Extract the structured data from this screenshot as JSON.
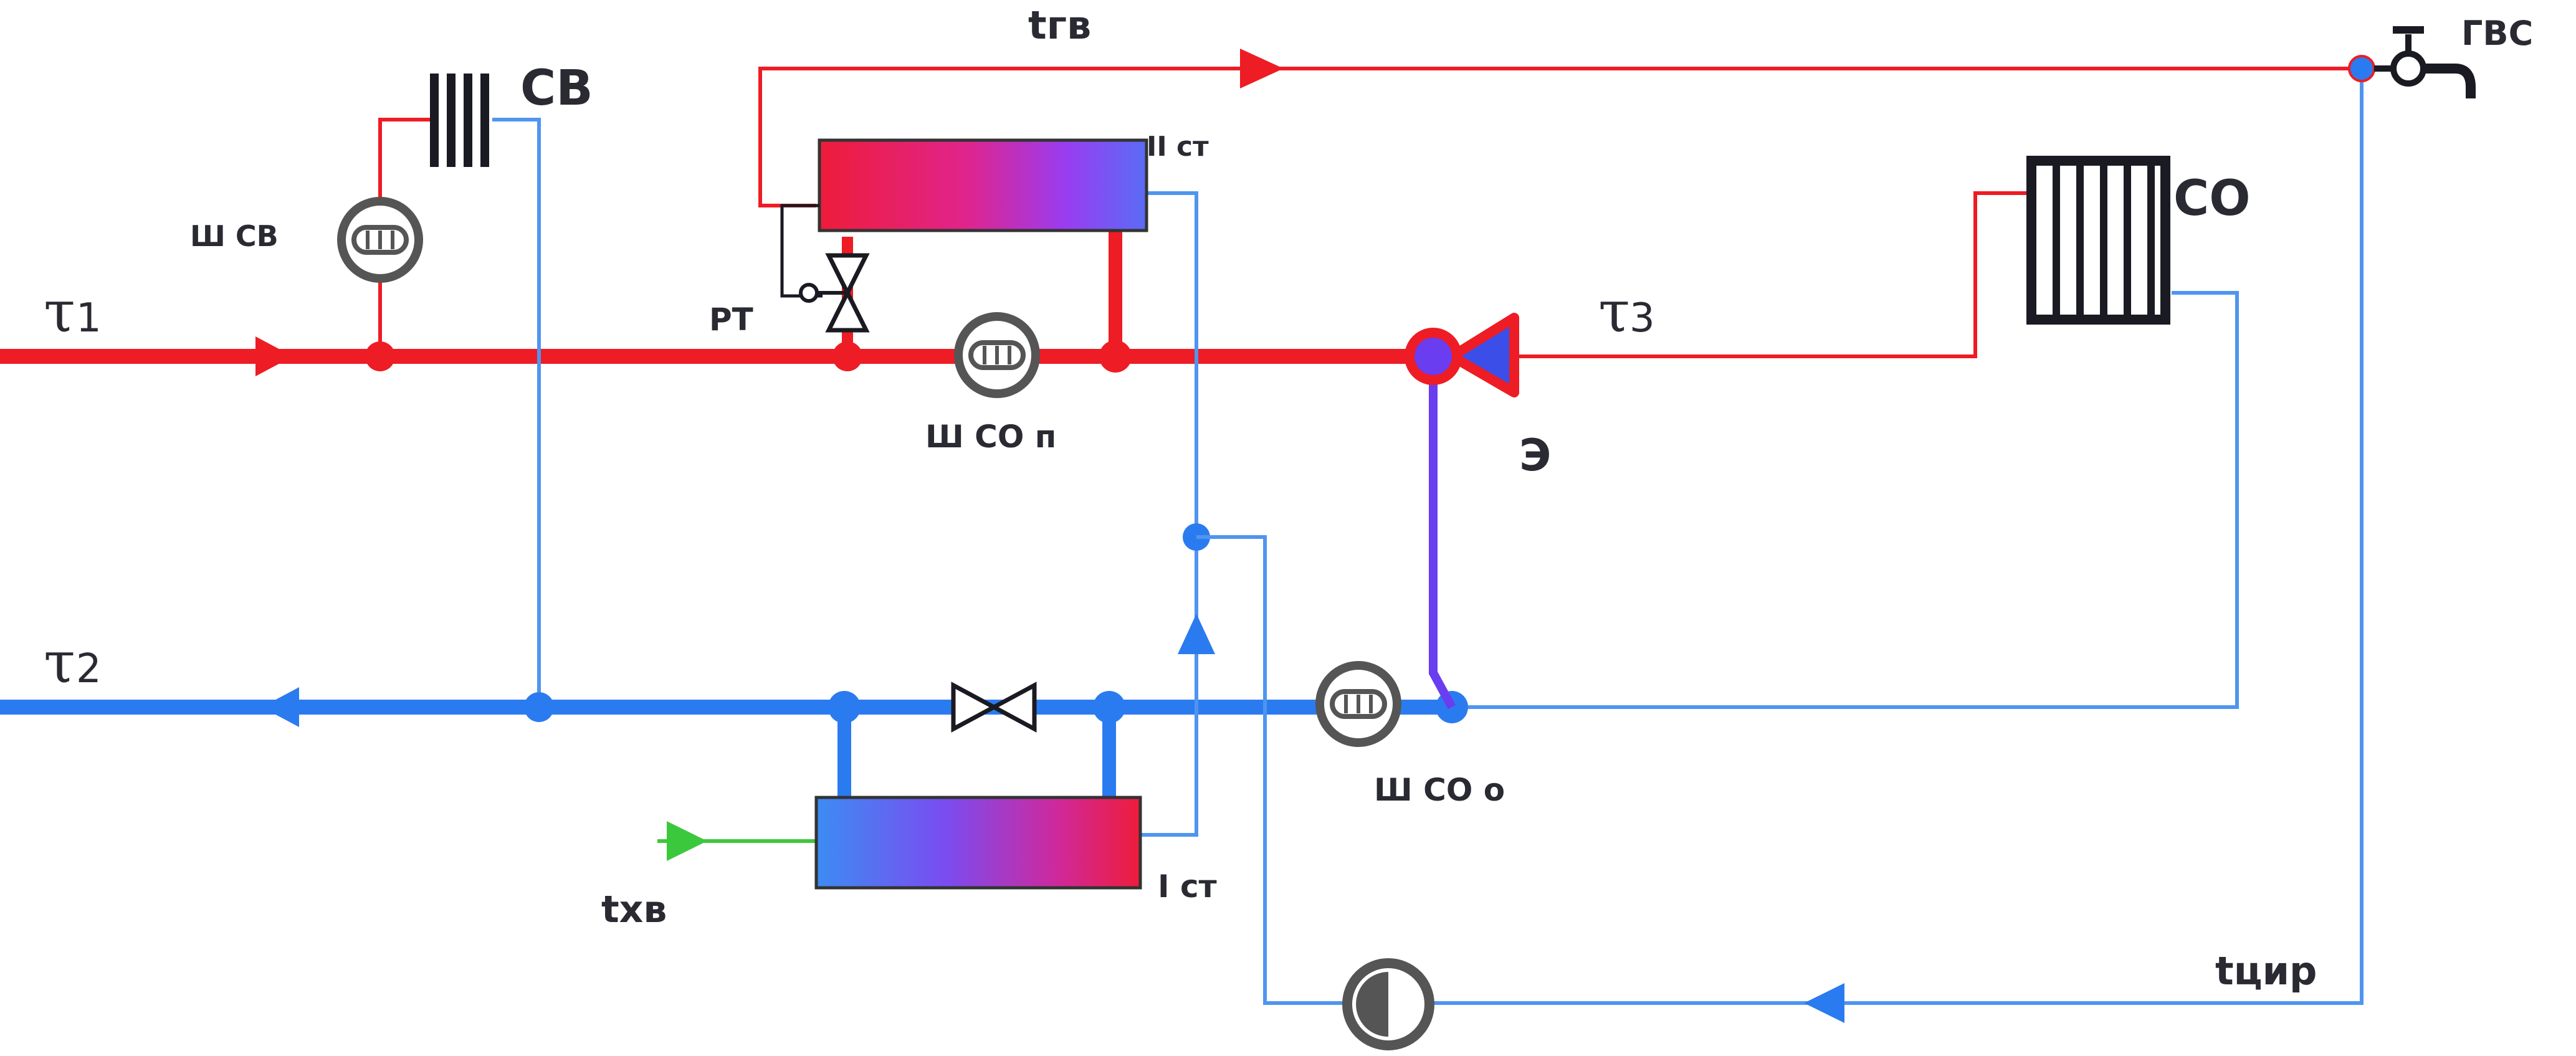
{
  "labels": {
    "tau1": "τ",
    "tau1_sub": "1",
    "tau2": "τ",
    "tau2_sub": "2",
    "tau3": "τ",
    "tau3_sub": "3",
    "sv": "СВ",
    "sh_sv": "Ш СВ",
    "t_gv": "tгв",
    "gvs": "ГВС",
    "stage2": "II ст",
    "rt": "РТ",
    "sh_co_p": "Ш СО п",
    "co": "СО",
    "e": "Э",
    "t_hv": "tхв",
    "stage1": "I ст",
    "sh_co_o": "Ш СО о",
    "t_cir": "tцир"
  },
  "colors": {
    "supply": "#ee1c24",
    "return": "#2b7bf0",
    "light_blue": "#4f95f0",
    "mixing": "#6a3df0",
    "cold_water": "#3cc83c",
    "equipment": "#1a1a22",
    "meter_gray": "#555555"
  },
  "icons": [
    "radiator-icon",
    "flow-meter-icon",
    "valve-icon",
    "control-valve-icon",
    "faucet-icon",
    "pump-icon",
    "heat-exchanger-icon",
    "elevator-icon"
  ]
}
